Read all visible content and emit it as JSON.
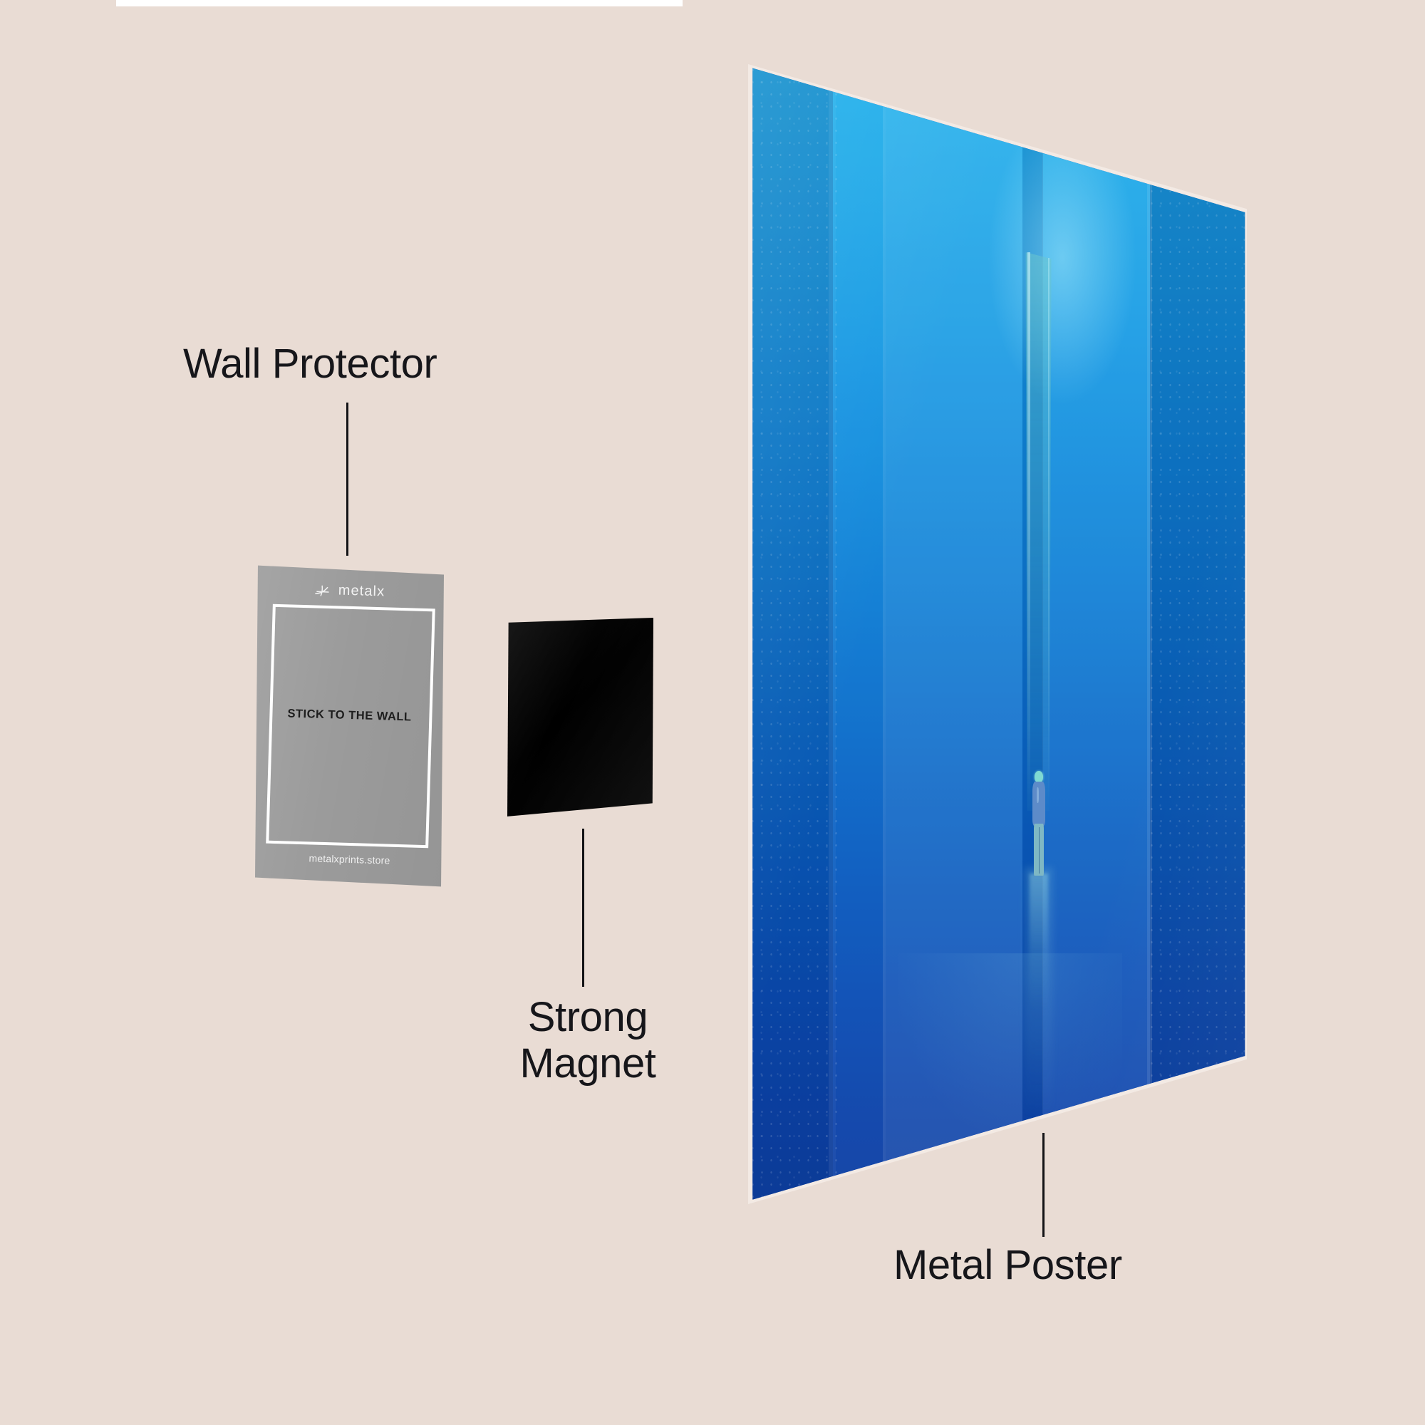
{
  "background_color": "#e9dcd4",
  "top_strip": {
    "color": "#ffffff"
  },
  "labels": {
    "wall_protector": "Wall Protector",
    "strong_magnet": "Strong\nMagnet",
    "metal_poster": "Metal Poster",
    "text_color": "#16161a",
    "leader_line_color": "#131316"
  },
  "wall_protector_card": {
    "background_color": "#9b9b9b",
    "brand_name": "metalx",
    "brand_icon": "metalx-logo-mark",
    "headline": "STICK TO THE WALL",
    "headline_color": "#1d1d1d",
    "website": "metalxprints.store",
    "frame_color": "#ffffff"
  },
  "magnet": {
    "color": "#000000",
    "shape": "square"
  },
  "metal_poster": {
    "artwork_title": "Lone figure in blue corridor",
    "artwork_description": "A single person in a cap, t-shirt and light trousers stands at the far end of a tall narrow luminous slot between towering blue walls, with a faint reflection on the wet floor below.",
    "palette": {
      "top_cyan": "#24b9ef",
      "mid_blue": "#0d7cd4",
      "bottom_deep_blue": "#123c92",
      "slot_teal": "#6ec8cd",
      "figure_shirt": "#5d8bc9",
      "figure_cap": "#7fd9d2",
      "figure_legs": "#7fb8c4"
    },
    "finish": "glossy metal print"
  }
}
